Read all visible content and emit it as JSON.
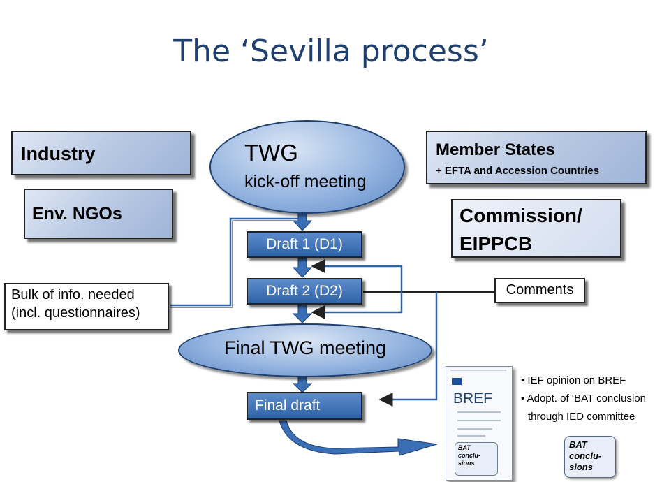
{
  "title": "The ‘Sevilla process’",
  "boxes": {
    "industry": "Industry",
    "ngos": "Env. NGOs",
    "member_states": "Member States",
    "member_states_sub": "+ EFTA and Accession Countries",
    "commission_line1": "Commission/",
    "commission_line2": "EIPPCB"
  },
  "ellipses": {
    "twg_title": "TWG",
    "twg_sub": "kick-off meeting",
    "final_meeting": "Final TWG meeting"
  },
  "steps": {
    "draft1": "Draft 1 (D1)",
    "draft2": "Draft 2 (D2)",
    "final_draft": "Final draft"
  },
  "notes": {
    "bulk_line1": "Bulk of info. needed",
    "bulk_line2": "(incl. questionnaires)",
    "comments": "Comments"
  },
  "document": {
    "label": "BREF",
    "scroll": "BAT conclu-sions"
  },
  "bullets": [
    "• IEF opinion on BREF",
    "• Adopt. of ‘BAT conclusion",
    "  through IED committee"
  ],
  "scroll_right": [
    "BAT",
    "conclu-",
    "sions"
  ],
  "colors": {
    "title": "#1f3f6e",
    "accent": "#2f62a8",
    "box": "#b6c7e2"
  }
}
